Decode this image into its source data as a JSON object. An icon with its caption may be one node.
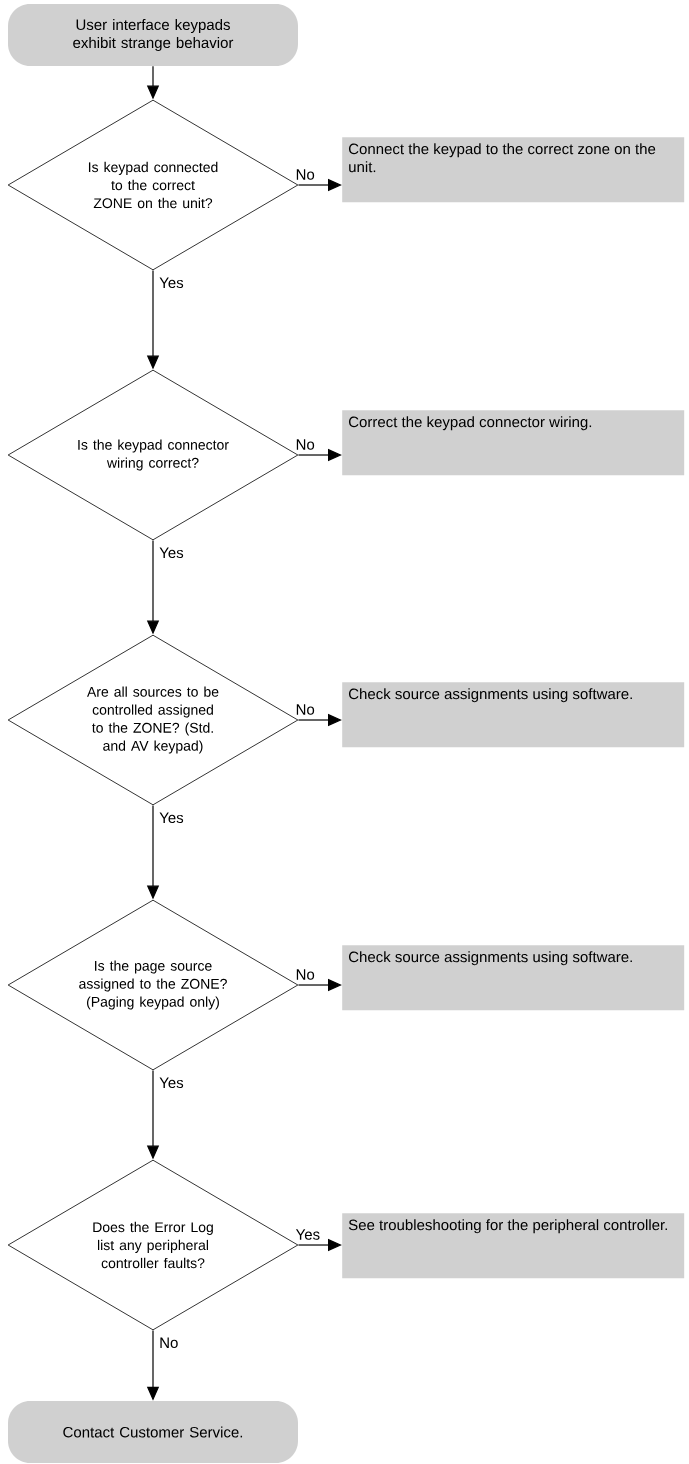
{
  "diagram": {
    "nodes": [
      {
        "text": [
          "User interface keypads exhibit strange behavior"
        ]
      },
      {
        "text": [
          "Is keypad connected to the correct ZONE on the unit?"
        ]
      },
      {
        "text": [
          "Connect the keypad to the correct zone on the unit."
        ]
      },
      {
        "text": [
          "Is the keypad connector wiring correct?"
        ]
      },
      {
        "text": [
          "Correct the keypad connector wiring."
        ]
      },
      {
        "text": [
          "Are all sources to be controlled assigned to the ZONE? (Std. and AV keypad)"
        ]
      },
      {
        "text": [
          "Check source assignments using software."
        ]
      },
      {
        "text": [
          "Is the page source assigned to the ZONE? (Paging keypad only)"
        ]
      },
      {
        "text": [
          "Check source assignments using software."
        ]
      },
      {
        "text": [
          "Does the Error Log list any peripheral controller faults?"
        ]
      },
      {
        "text": [
          "See troubleshooting for the peripheral controller."
        ]
      },
      {
        "text": [
          "Contact Customer Service."
        ]
      }
    ],
    "edges": [
      {
        "from": 0,
        "to": 1,
        "arrow": "to"
      },
      {
        "from": 1,
        "to": 2,
        "arrow": "to",
        "label": "No"
      },
      {
        "from": 1,
        "to": 3,
        "arrow": "to",
        "label": "Yes"
      },
      {
        "from": 3,
        "to": 4,
        "arrow": "to",
        "label": "No"
      },
      {
        "from": 3,
        "to": 5,
        "arrow": "to",
        "label": "Yes"
      },
      {
        "from": 5,
        "to": 6,
        "arrow": "to",
        "label": "No"
      },
      {
        "from": 5,
        "to": 7,
        "arrow": "to",
        "label": "Yes"
      },
      {
        "from": 7,
        "to": 8,
        "arrow": "to",
        "label": "No"
      },
      {
        "from": 7,
        "to": 9,
        "arrow": "to",
        "label": "Yes"
      },
      {
        "from": 9,
        "to": 10,
        "arrow": "to",
        "label": "Yes"
      },
      {
        "from": 9,
        "to": 11,
        "arrow": "to",
        "label": "No"
      }
    ]
  }
}
